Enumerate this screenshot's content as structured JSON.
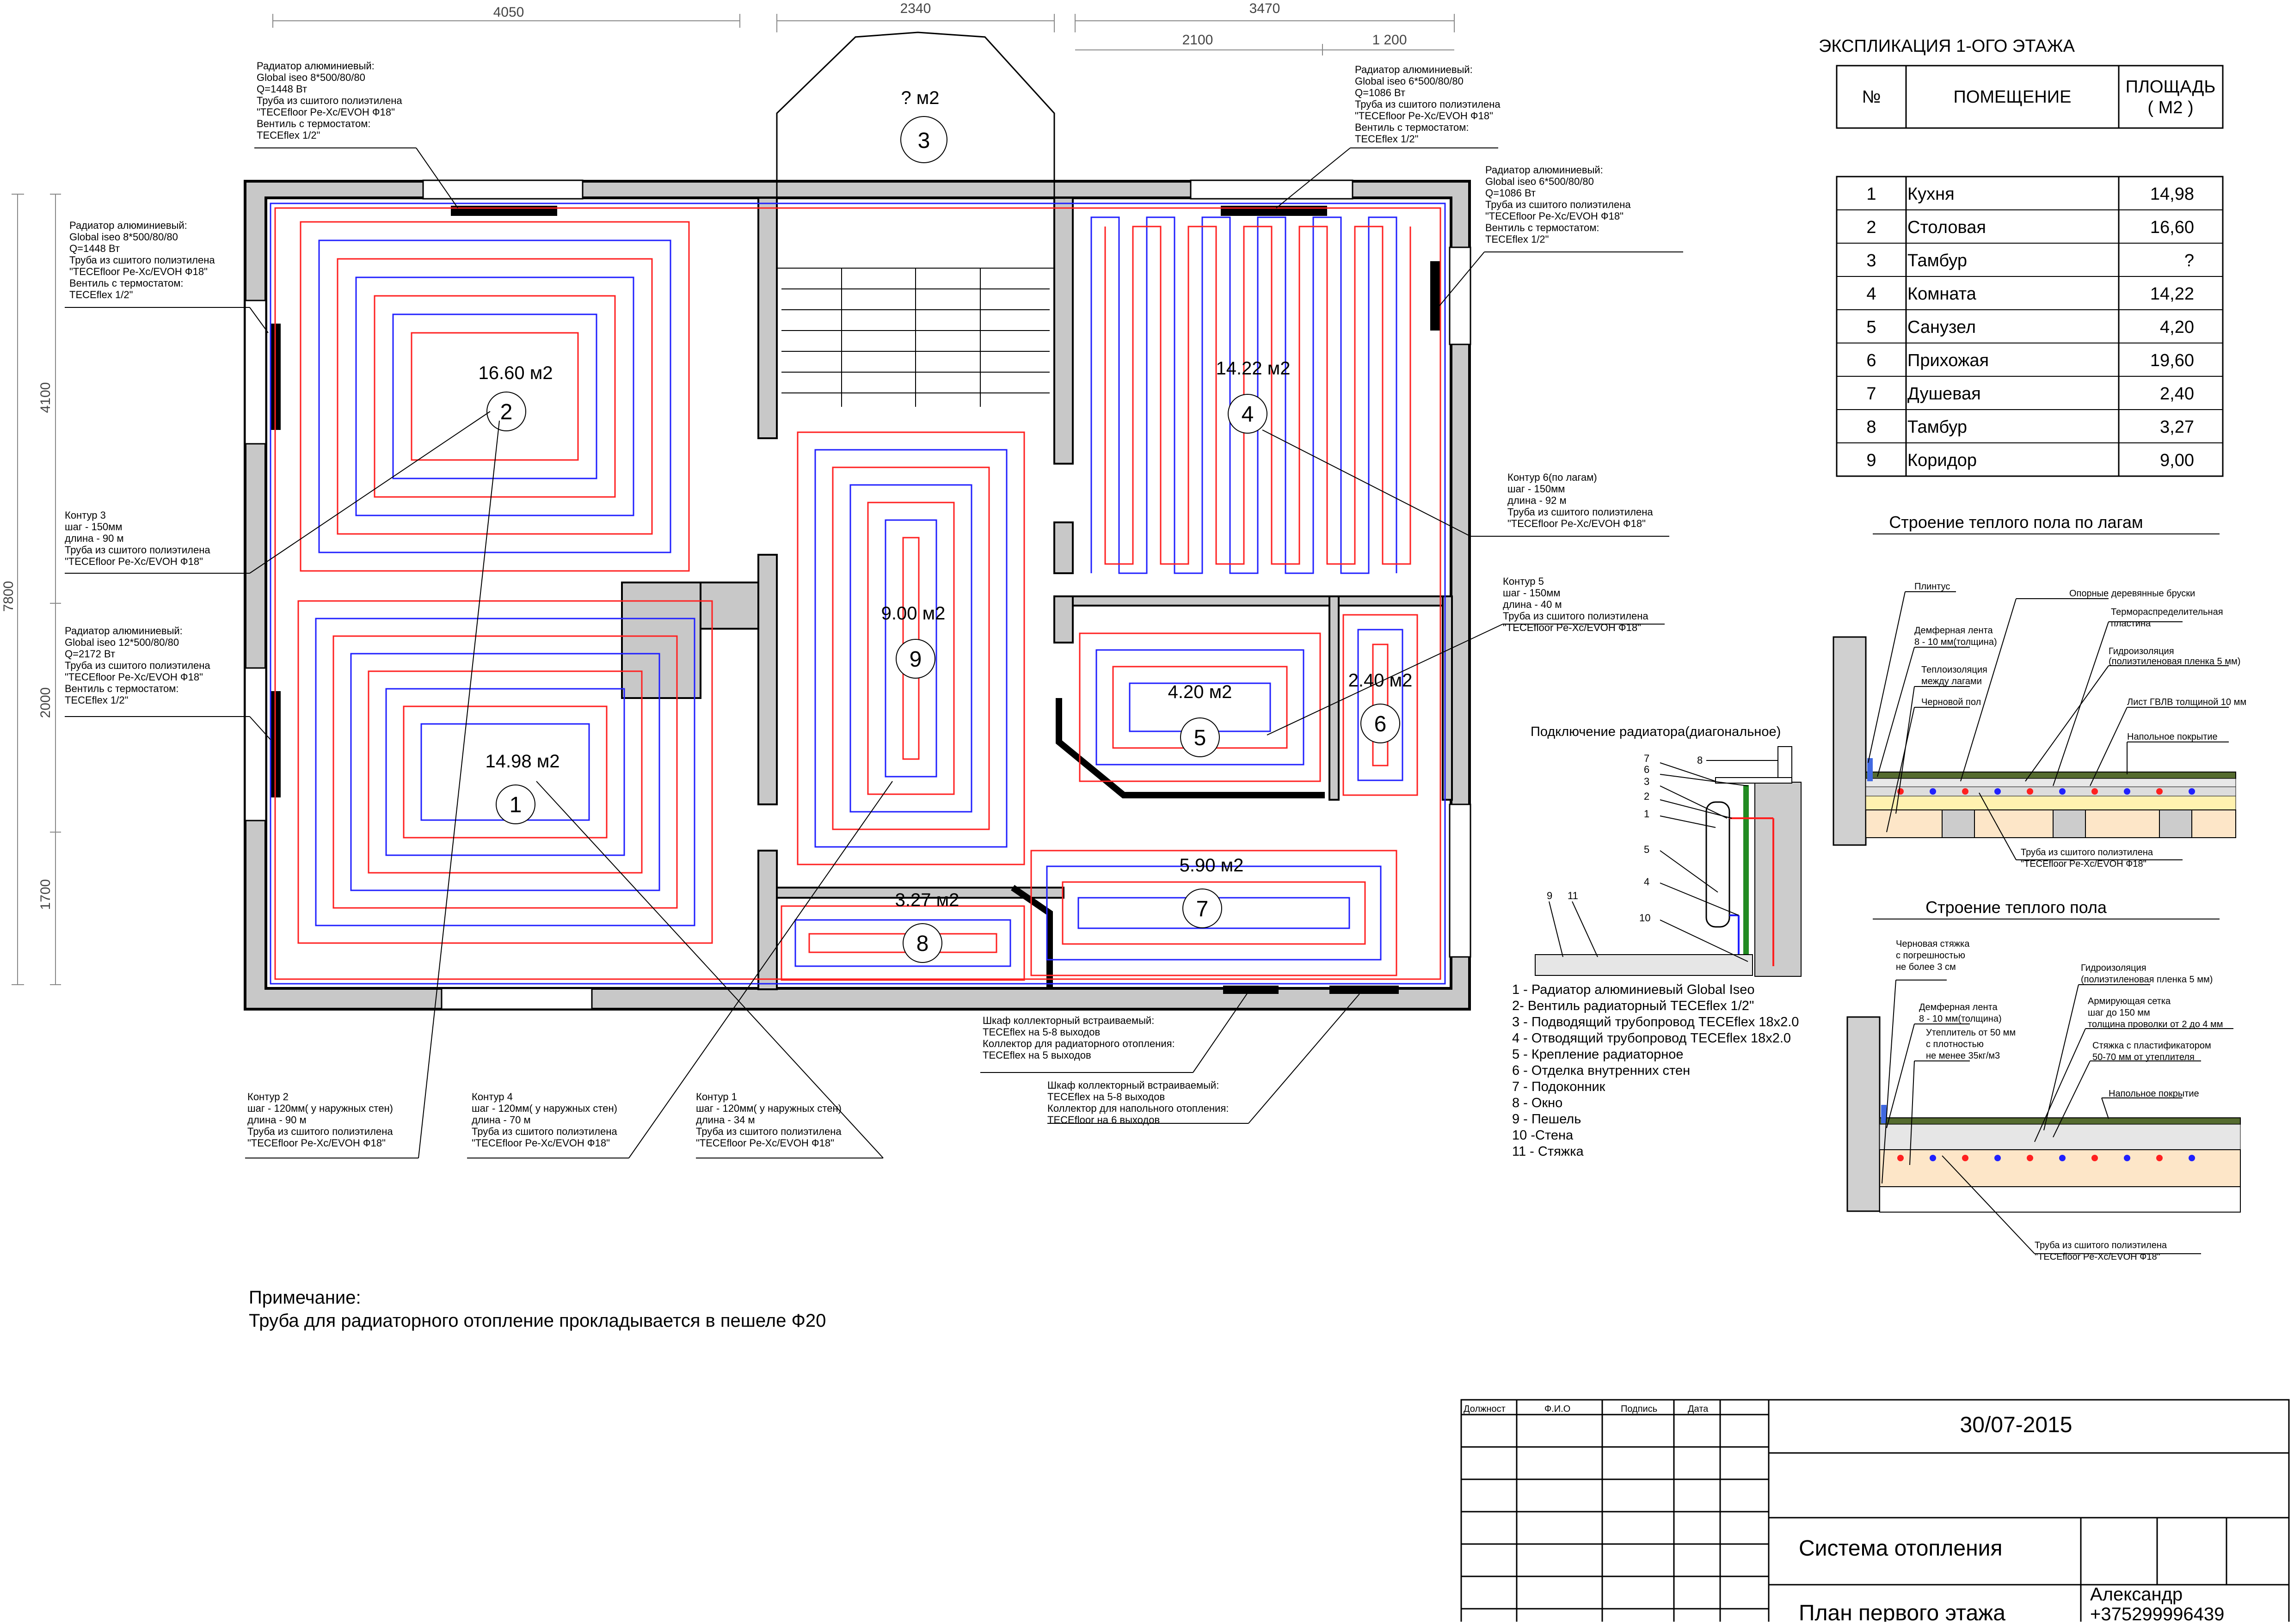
{
  "dimensions": {
    "top": [
      "4050",
      "2340",
      "3470",
      "2100",
      "1 200"
    ],
    "left": [
      "7800",
      "4100",
      "2000",
      "1700"
    ]
  },
  "rooms": [
    {
      "num": "1",
      "area": "14.98 м2"
    },
    {
      "num": "2",
      "area": "16.60 м2"
    },
    {
      "num": "3",
      "area": "? м2"
    },
    {
      "num": "4",
      "area": "14.22 м2"
    },
    {
      "num": "5",
      "area": "4.20 м2"
    },
    {
      "num": "6",
      "area": "2.40 м2"
    },
    {
      "num": "7",
      "area": "5.90 м2"
    },
    {
      "num": "8",
      "area": "3.27 м2"
    },
    {
      "num": "9",
      "area": "9.00 м2"
    }
  ],
  "annotations": {
    "rad_top_left": [
      "Радиатор алюминиевый:",
      "Global iseo 8*500/80/80",
      "Q=1448 Вт",
      "Труба из сшитого полиэтилена",
      "\"TECEfloor Pe-Xc/EVOH Ф18\"",
      "Вентиль с термостатом:",
      "TECEflex 1/2\""
    ],
    "rad_top_right": [
      "Радиатор алюминиевый:",
      "Global iseo 6*500/80/80",
      "Q=1086 Вт",
      "Труба из сшитого полиэтилена",
      "\"TECEfloor Pe-Xc/EVOH Ф18\"",
      "Вентиль с термостатом:",
      "TECEflex 1/2\""
    ],
    "rad_right": [
      "Радиатор алюминиевый:",
      "Global iseo 6*500/80/80",
      "Q=1086 Вт",
      "Труба из сшитого полиэтилена",
      "\"TECEfloor Pe-Xc/EVOH Ф18\"",
      "Вентиль с термостатом:",
      "TECEflex 1/2\""
    ],
    "rad_left_top": [
      "Радиатор алюминиевый:",
      "Global iseo 8*500/80/80",
      "Q=1448 Вт",
      "Труба из сшитого полиэтилена",
      "\"TECEfloor Pe-Xc/EVOH Ф18\"",
      "Вентиль с термостатом:",
      "TECEflex 1/2\""
    ],
    "rad_left_bottom": [
      "Радиатор алюминиевый:",
      "Global iseo 12*500/80/80",
      "Q=2172 Вт",
      "Труба из сшитого полиэтилена",
      "\"TECEfloor Pe-Xc/EVOH Ф18\"",
      "Вентиль с термостатом:",
      "TECEflex 1/2\""
    ],
    "contour3": [
      "Контур 3",
      "шаг - 150мм",
      "длина - 90 м",
      "Труба из сшитого полиэтилена",
      "\"TECEfloor Pe-Xc/EVOH Ф18\""
    ],
    "contour6": [
      "Контур 6(по лагам)",
      "шаг - 150мм",
      "длина - 92 м",
      "Труба из сшитого полиэтилена",
      "\"TECEfloor Pe-Xc/EVOH Ф18\""
    ],
    "contour5": [
      "Контур 5",
      "шаг - 150мм",
      "длина - 40 м",
      "Труба из сшитого полиэтилена",
      "\"TECEfloor Pe-Xc/EVOH Ф18\""
    ],
    "contour2": [
      "Контур 2",
      "шаг - 120мм( у наружных стен)",
      "длина - 90 м",
      "Труба из сшитого полиэтилена",
      "\"TECEfloor Pe-Xc/EVOH Ф18\""
    ],
    "contour4": [
      "Контур 4",
      "шаг - 120мм( у наружных стен)",
      "длина - 70 м",
      "Труба из сшитого полиэтилена",
      "\"TECEfloor Pe-Xc/EVOH Ф18\""
    ],
    "contour1": [
      "Контур 1",
      "шаг - 120мм( у наружных стен)",
      "длина - 34 м",
      "Труба из сшитого полиэтилена",
      "\"TECEfloor Pe-Xc/EVOH Ф18\""
    ],
    "cabinet_rad": [
      "Шкаф коллекторный встраиваемый:",
      "TECEflex на 5-8 выходов",
      "Коллектор для радиаторного отопления:",
      "TECEflex на 5 выходов"
    ],
    "cabinet_floor": [
      "Шкаф коллекторный встраиваемый:",
      "TECEflex на 5-8 выходов",
      "Коллектор для напольного отопления:",
      "TECEfloor на 6 выходов"
    ]
  },
  "explication": {
    "title": "ЭКСПЛИКАЦИЯ 1-ОГО ЭТАЖА",
    "headers": [
      "№",
      "ПОМЕЩЕНИЕ",
      "ПЛОЩАДЬ",
      "( М2 )"
    ],
    "rows": [
      [
        "1",
        "Кухня",
        "14,98"
      ],
      [
        "2",
        "Столовая",
        "16,60"
      ],
      [
        "3",
        "Тамбур",
        "?"
      ],
      [
        "4",
        "Комната",
        "14,22"
      ],
      [
        "5",
        "Санузел",
        "4,20"
      ],
      [
        "6",
        "Прихожая",
        "19,60"
      ],
      [
        "7",
        "Душевая",
        "2,40"
      ],
      [
        "8",
        "Тамбур",
        "3,27"
      ],
      [
        "9",
        "Коридор",
        "9,00"
      ]
    ]
  },
  "section1": {
    "title": "Строение теплого пола по лагам",
    "labels": [
      "Плинтус",
      "Опорные деревянные бруски",
      "Терморaспределительная",
      "пластина",
      "Демферная лента",
      "8 - 10 мм(толщина)",
      "Гидроизоляция",
      "(полиэтиленовая пленка 5 мм)",
      "Теплоизоляция",
      "между лагами",
      "Черновой пол",
      "Лист ГВЛВ толщиной 10 мм",
      "Напольное покрытие",
      "Труба из сшитого полиэтилена",
      "\"TECEfloor Pe-Xc/EVOH Ф18\""
    ]
  },
  "section2": {
    "title": "Строение теплого пола",
    "labels": [
      "Черновая стяжка",
      "с погрешностью",
      "не более 3 см",
      "Гидроизоляция",
      "(полиэтиленовая пленка 5 мм)",
      "Армирующая сетка",
      "шаг до 150 мм",
      "толщина проволки от 2 до 4 мм",
      "Демферная лента",
      "8 - 10 мм(толщина)",
      "Утеплитель от 50 мм",
      "с плотностью",
      "не менее 35кг/м3",
      "Стяжка с пластификатором",
      "50-70 мм от утеплителя",
      "Напольное покрытие",
      "Труба из сшитого полиэтилена",
      "\"TECEfloor Pe-Xc/EVOH Ф18\""
    ]
  },
  "radiator": {
    "title": "Подключение радиатора(диагональное)",
    "callouts": [
      "7",
      "6",
      "3",
      "2",
      "1",
      "5",
      "4",
      "10",
      "8",
      "9",
      "11"
    ],
    "legend": [
      "1 - Радиатор алюминиевый Global Iseo",
      "2-  Вентиль радиаторный TECEflex 1/2\"",
      "3 - Подводящий трубопровод TECEflex 18x2.0",
      "4 - Отводящий трубопровод TECEflex 18x2.0",
      "5 - Крепление радиаторное",
      "6 - Отделка внутренних стен",
      "7 - Подоконник",
      "8 - Окно",
      "9 - Пешель",
      "10 -Стена",
      "11 - Стяжка"
    ]
  },
  "note": {
    "title": "Примечание:",
    "text": "Труба для радиаторного отопление прокладывается в пешеле Ф20"
  },
  "title_block": {
    "cols": [
      "Должност",
      "Ф.И.О",
      "Подпись",
      "Дата"
    ],
    "date": "30/07-2015",
    "system": "Система отопления",
    "plan": "План первого этажа",
    "author": "Александр",
    "phone": "+375299996439"
  },
  "colors": {
    "supply": "#ff2020",
    "return": "#2020ff",
    "wall_fill": "#c8c8c8",
    "wall_line": "#000000"
  }
}
